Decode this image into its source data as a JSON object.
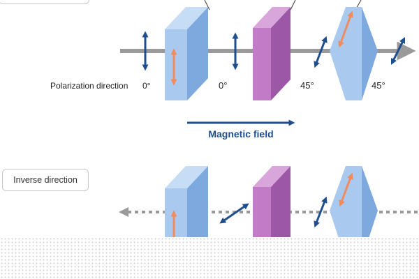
{
  "diagram": {
    "forward": {
      "row_label": "Polarization direction",
      "angles": [
        "0°",
        "0°",
        "45°",
        "45°"
      ],
      "field_label": "Magnetic field"
    },
    "inverse": {
      "label": "Inverse direction"
    }
  },
  "colors": {
    "blue_face": "#a9c9ef",
    "blue_side": "#7ea9de",
    "purple_face": "#c27bc6",
    "purple_side": "#9c58a6",
    "navy_arrow": "#1f4e8f",
    "orange_arrow": "#ee8b5f",
    "beam": "#9a9a9a",
    "field_arrow": "#1f4e8f"
  },
  "icons": [
    "double-arrow-icon",
    "arrow-right-icon",
    "arrow-left-icon"
  ]
}
